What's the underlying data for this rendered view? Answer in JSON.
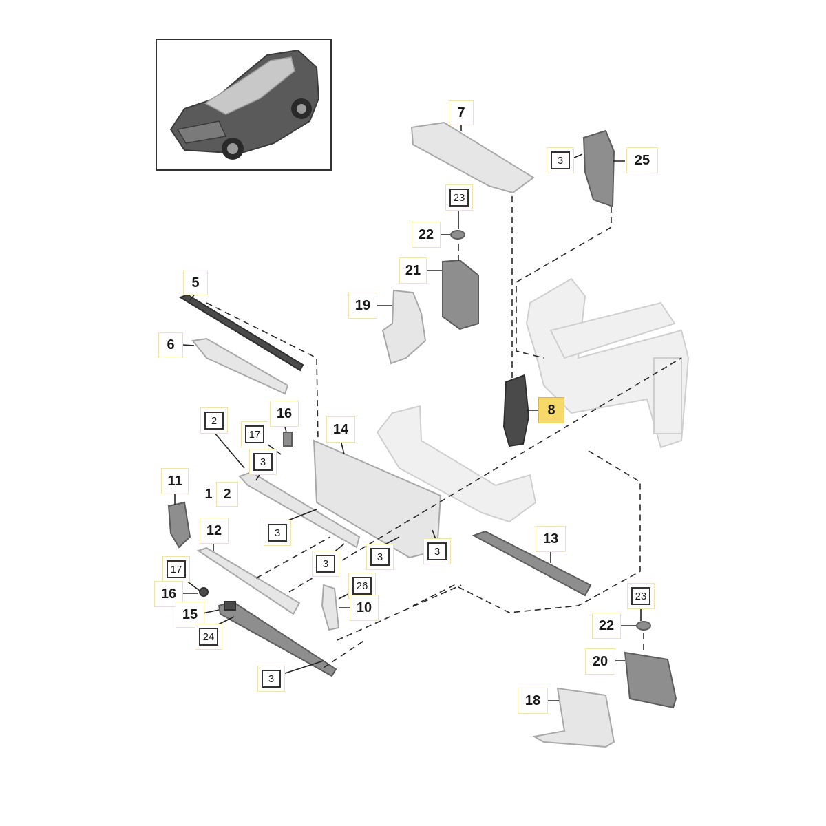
{
  "thumbnail": {
    "icon": "vehicle-thumbnail-icon"
  },
  "callouts": {
    "c7": "7",
    "c25": "25",
    "c3_25": "3",
    "c23_top": "23",
    "c22_top": "22",
    "c21": "21",
    "c19": "19",
    "c5": "5",
    "c6": "6",
    "c8": "8",
    "c2_top": "2",
    "c16_top": "16",
    "c17_top": "17",
    "c14": "14",
    "c3_a": "3",
    "c1": "1",
    "c2_mid": "2",
    "c11": "11",
    "c12": "12",
    "c3_b": "3",
    "c3_c": "3",
    "c3_d": "3",
    "c3_e": "3",
    "c13": "13",
    "c17_bot": "17",
    "c16_bot": "16",
    "c26": "26",
    "c15": "15",
    "c10": "10",
    "c24": "24",
    "c23_bot": "23",
    "c22_bot": "22",
    "c20": "20",
    "c3_f": "3",
    "c18": "18"
  },
  "colors": {
    "highlight": "#f7d96a",
    "part": "#e6e6e6",
    "dark_part": "#4a4a4a"
  }
}
